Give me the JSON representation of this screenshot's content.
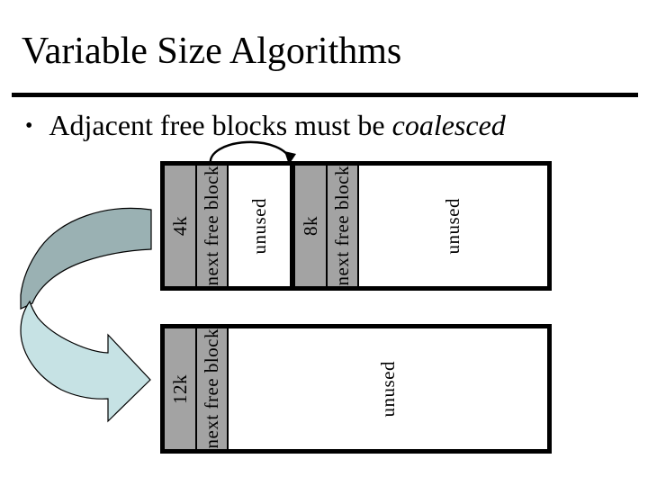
{
  "slide": {
    "title": "Variable Size Algorithms",
    "bullet_marker": "•",
    "bullet_text": "Adjacent free blocks must be ",
    "bullet_emphasis": "coalesced"
  },
  "diagram": {
    "rows": [
      {
        "blocks": [
          {
            "size": "4k",
            "pointer": "next free block",
            "free": "unused"
          },
          {
            "size": "8k",
            "pointer": "next free block",
            "free": "unused"
          }
        ]
      },
      {
        "blocks": [
          {
            "size": "12k",
            "pointer": "next free block",
            "free": "unused"
          }
        ]
      }
    ],
    "colors": {
      "allocated_gray": "#a3a3a3",
      "arrow_dark": "#9ab1b3",
      "arrow_light": "#c6e2e4",
      "line_black": "#000000"
    }
  }
}
